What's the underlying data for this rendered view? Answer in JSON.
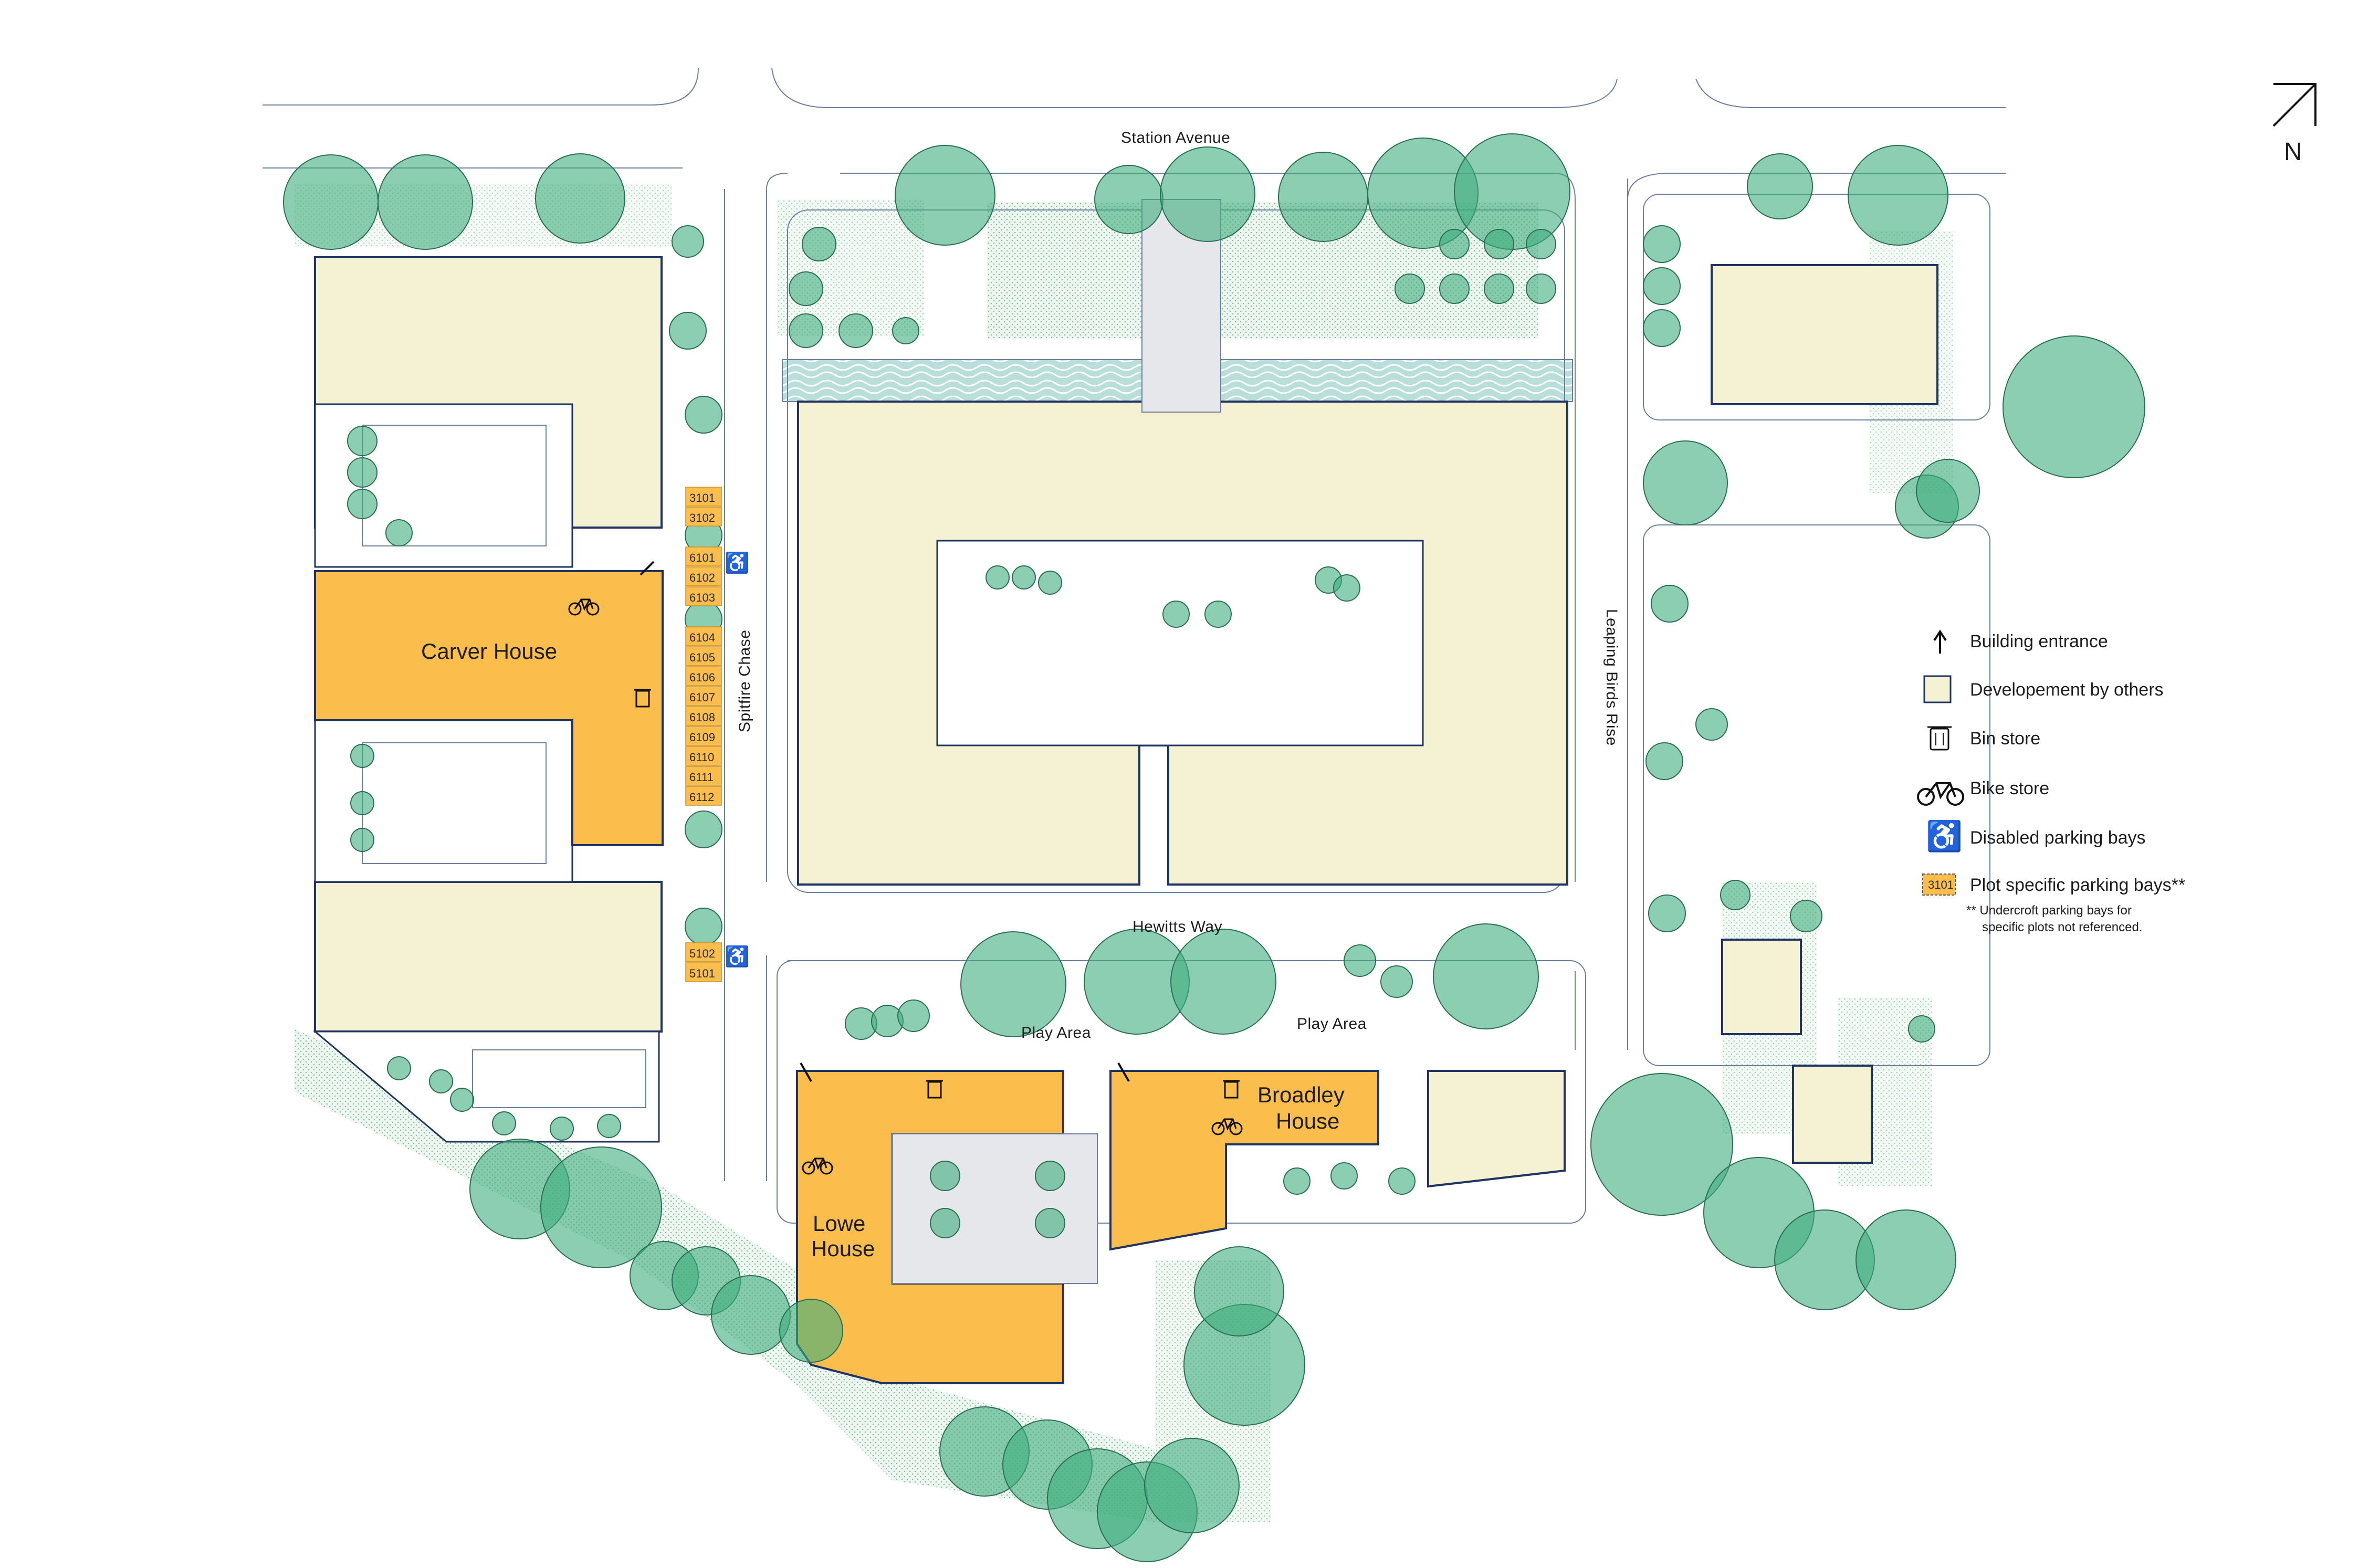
{
  "map": {
    "north_label": "N",
    "streets": {
      "station_avenue": "Station Avenue",
      "spitfire_chase": "Spitfire Chase",
      "leaping_birds_rise": "Leaping Birds Rise",
      "hewitts_way": "Hewitts Way"
    },
    "buildings": {
      "carver": "Carver House",
      "lowe_line1": "Lowe",
      "lowe_line2": "House",
      "broadley_line1": "Broadley",
      "broadley_line2": "House"
    },
    "play_areas": [
      "Play Area",
      "Play Area"
    ],
    "parking_bays_upper": [
      "3101",
      "3102",
      "6101",
      "6102",
      "6103",
      "6104",
      "6105",
      "6106",
      "6107",
      "6108",
      "6109",
      "6110",
      "6111",
      "6112"
    ],
    "parking_bays_lower": [
      "5102",
      "5101"
    ],
    "colors": {
      "plot_building": "#fbbd4c",
      "development_by_others": "#f4f2d2",
      "tree": "#3fae7d",
      "outline": "#1f3460",
      "water": "#b7dcd8"
    }
  },
  "legend": {
    "items": [
      {
        "icon": "building-entrance-arrow-icon",
        "label": "Building entrance"
      },
      {
        "icon": "development-swatch-icon",
        "label": "Developement by others"
      },
      {
        "icon": "bin-icon",
        "label": "Bin store"
      },
      {
        "icon": "bike-icon",
        "label": "Bike store"
      },
      {
        "icon": "wheelchair-icon",
        "label": "Disabled parking bays"
      },
      {
        "icon": "parking-bay-swatch-icon",
        "label": "Plot specific parking bays**",
        "swatch_text": "3101"
      }
    ],
    "footnote_line1": "** Undercroft parking bays for",
    "footnote_line2": "specific plots not referenced."
  }
}
